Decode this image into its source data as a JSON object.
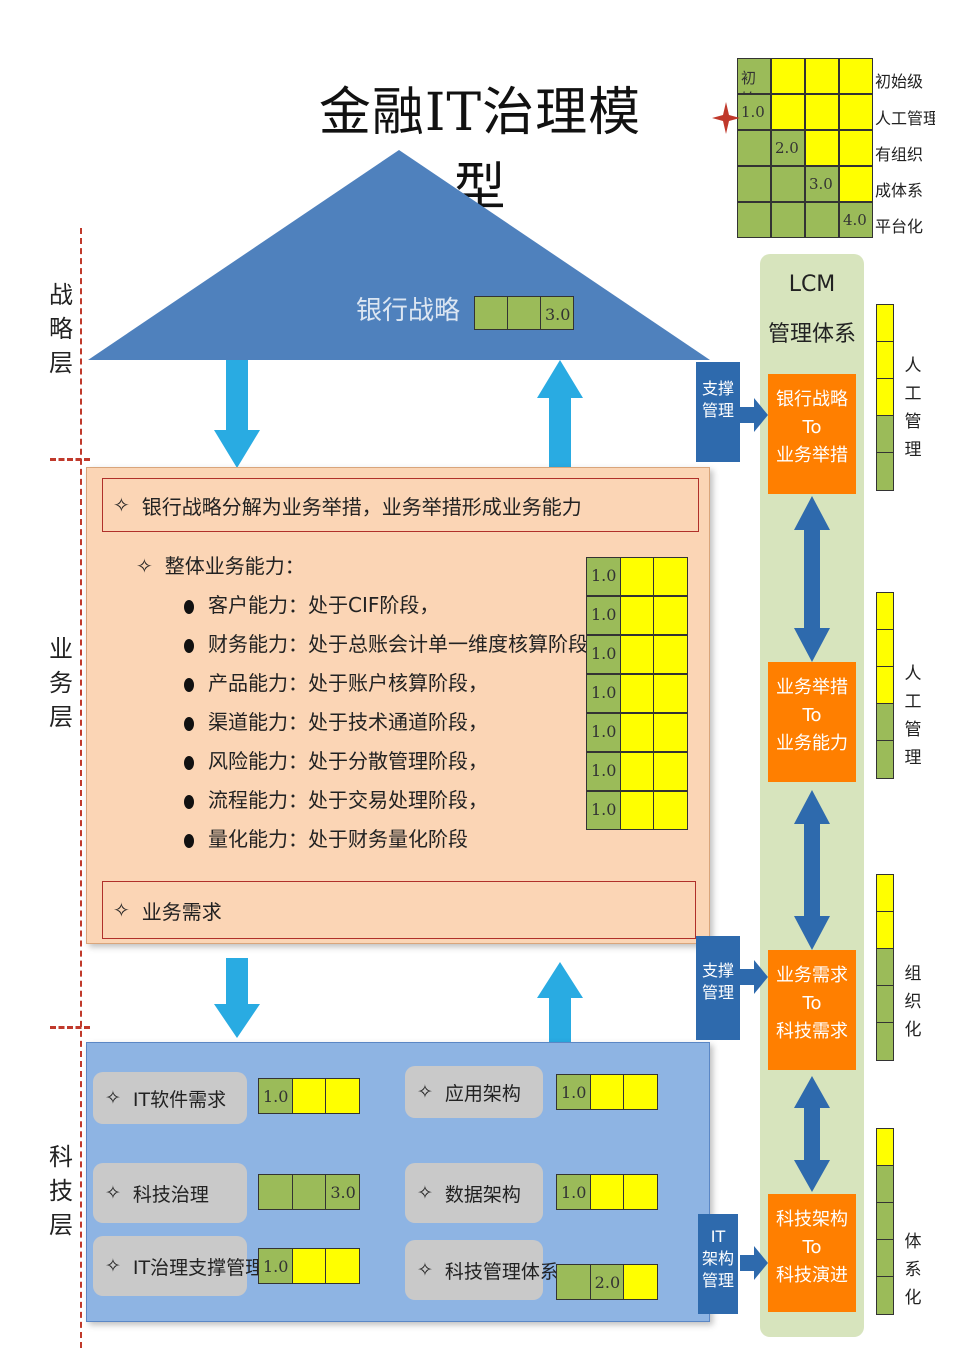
{
  "title": "金融IT治理模型",
  "colors": {
    "green": "#9bbb59",
    "yellow": "#ffff00",
    "blue_roof": "#4f81bd",
    "orange": "#ff7f00",
    "dark_blue": "#2e6aad",
    "arrow_blue": "#29abe2",
    "lcm_bg": "#d7e4bd"
  },
  "maturity": {
    "initial_label": "初始",
    "levels": [
      {
        "value": "1.0",
        "label": "人工管理"
      },
      {
        "value": "2.0",
        "label": "有组织"
      },
      {
        "value": "3.0",
        "label": "成体系"
      },
      {
        "value": "4.0",
        "label": "平台化"
      }
    ],
    "header_label": "初始级"
  },
  "layers": {
    "strategy": "战略层",
    "business": "业务层",
    "tech": "科技层"
  },
  "strategy": {
    "label": "银行战略",
    "level": "3.0"
  },
  "business": {
    "decompose": "银行战略分解为业务举措，业务举措形成业务能力",
    "overall": "整体业务能力：",
    "capabilities": [
      {
        "text": "客户能力：处于CIF阶段，",
        "level": "1.0"
      },
      {
        "text": "财务能力：处于总账会计单一维度核算阶段，",
        "level": "1.0"
      },
      {
        "text": "产品能力：处于账户核算阶段，",
        "level": "1.0"
      },
      {
        "text": "渠道能力：处于技术通道阶段，",
        "level": "1.0"
      },
      {
        "text": "风险能力：处于分散管理阶段，",
        "level": "1.0"
      },
      {
        "text": "流程能力：处于交易处理阶段，",
        "level": "1.0"
      },
      {
        "text": "量化能力：处于财务量化阶段",
        "level": "1.0"
      }
    ],
    "requirement": "业务需求"
  },
  "tech": {
    "items": [
      {
        "label": "IT软件需求",
        "level": "1.0"
      },
      {
        "label": "应用架构",
        "level": "1.0"
      },
      {
        "label": "科技治理",
        "level": "3.0"
      },
      {
        "label": "数据架构",
        "level": "1.0"
      },
      {
        "label": "IT治理支撑管理",
        "level": "1.0"
      },
      {
        "label": "科技管理体系",
        "level": "2.0"
      }
    ]
  },
  "lcm": {
    "title_line1": "LCM",
    "title_line2": "管理体系",
    "stages": [
      {
        "line1": "银行战略",
        "line2": "To",
        "line3": "业务举措"
      },
      {
        "line1": "业务举措",
        "line2": "To",
        "line3": "业务能力"
      },
      {
        "line1": "业务需求",
        "line2": "To",
        "line3": "科技需求"
      },
      {
        "line1": "科技架构",
        "line2": "To",
        "line3": "科技演进"
      }
    ],
    "support1": "支撑管理",
    "support2": "支撑管理",
    "it_support_1": "IT",
    "it_support_2": "架构",
    "it_support_3": "管理"
  },
  "side_levels": [
    "人工管理",
    "人工管理",
    "组织化",
    "体系化"
  ],
  "diamond_mark": "star-marker-icon"
}
